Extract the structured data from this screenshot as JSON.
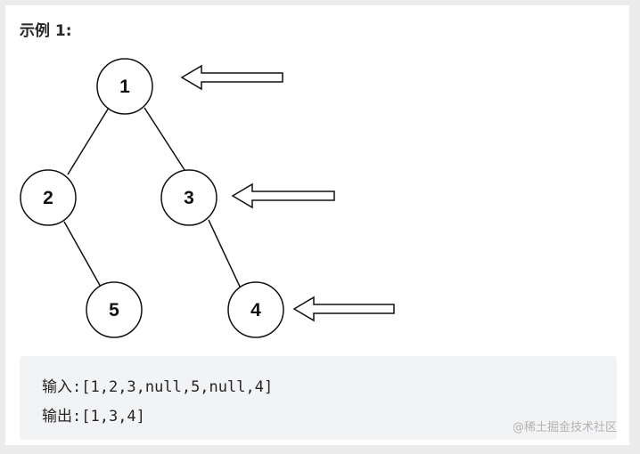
{
  "example": {
    "title": "示例 1:"
  },
  "tree": {
    "nodes": [
      {
        "id": "n1",
        "label": "1"
      },
      {
        "id": "n2",
        "label": "2"
      },
      {
        "id": "n3",
        "label": "3"
      },
      {
        "id": "n5",
        "label": "5"
      },
      {
        "id": "n4",
        "label": "4"
      }
    ],
    "edges": [
      {
        "from": "1",
        "to": "2"
      },
      {
        "from": "1",
        "to": "3"
      },
      {
        "from": "2",
        "to": "5"
      },
      {
        "from": "3",
        "to": "4"
      }
    ],
    "arrows_point_to": [
      "1",
      "3",
      "4"
    ]
  },
  "code": {
    "input_label": "输入:",
    "input_value": "[1,2,3,null,5,null,4]",
    "output_label": "输出:",
    "output_value": "[1,3,4]"
  },
  "watermark": "@稀土掘金技术社区"
}
